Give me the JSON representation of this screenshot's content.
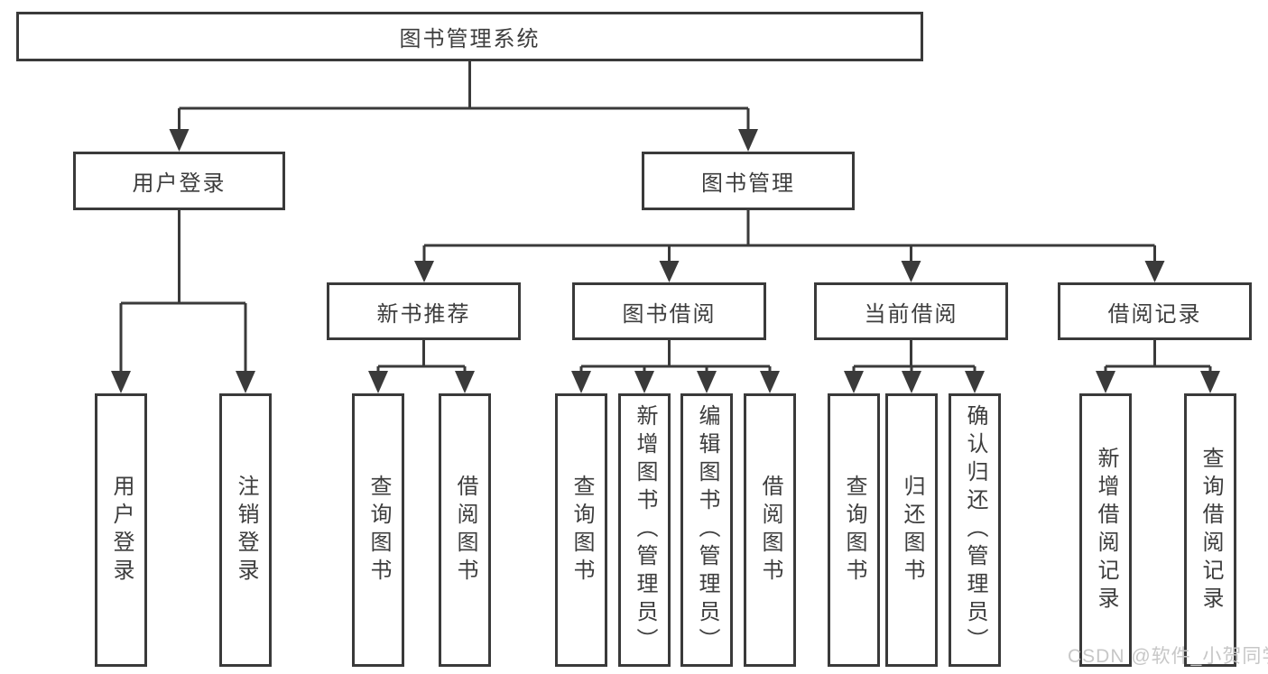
{
  "diagram": {
    "root": {
      "label": "图书管理系统",
      "children": [
        {
          "label": "用户登录",
          "children": [
            {
              "label": "用户登录"
            },
            {
              "label": "注销登录"
            }
          ]
        },
        {
          "label": "图书管理",
          "children": [
            {
              "label": "新书推荐",
              "children": [
                {
                  "label": "查询图书"
                },
                {
                  "label": "借阅图书"
                }
              ]
            },
            {
              "label": "图书借阅",
              "children": [
                {
                  "label": "查询图书"
                },
                {
                  "label": "新增图书（管理员）"
                },
                {
                  "label": "编辑图书（管理员）"
                },
                {
                  "label": "借阅图书"
                }
              ]
            },
            {
              "label": "当前借阅",
              "children": [
                {
                  "label": "查询图书"
                },
                {
                  "label": "归还图书"
                },
                {
                  "label": "确认归还（管理员）"
                }
              ]
            },
            {
              "label": "借阅记录",
              "children": [
                {
                  "label": "新增借阅记录"
                },
                {
                  "label": "查询借阅记录"
                }
              ]
            }
          ]
        }
      ]
    }
  },
  "watermark": {
    "text": "CSDN @软件_小贺同学"
  },
  "colors": {
    "line": "#3a3a3a",
    "text": "#3d3d3d",
    "watermark": "#c7c7c7",
    "background": "#ffffff"
  }
}
